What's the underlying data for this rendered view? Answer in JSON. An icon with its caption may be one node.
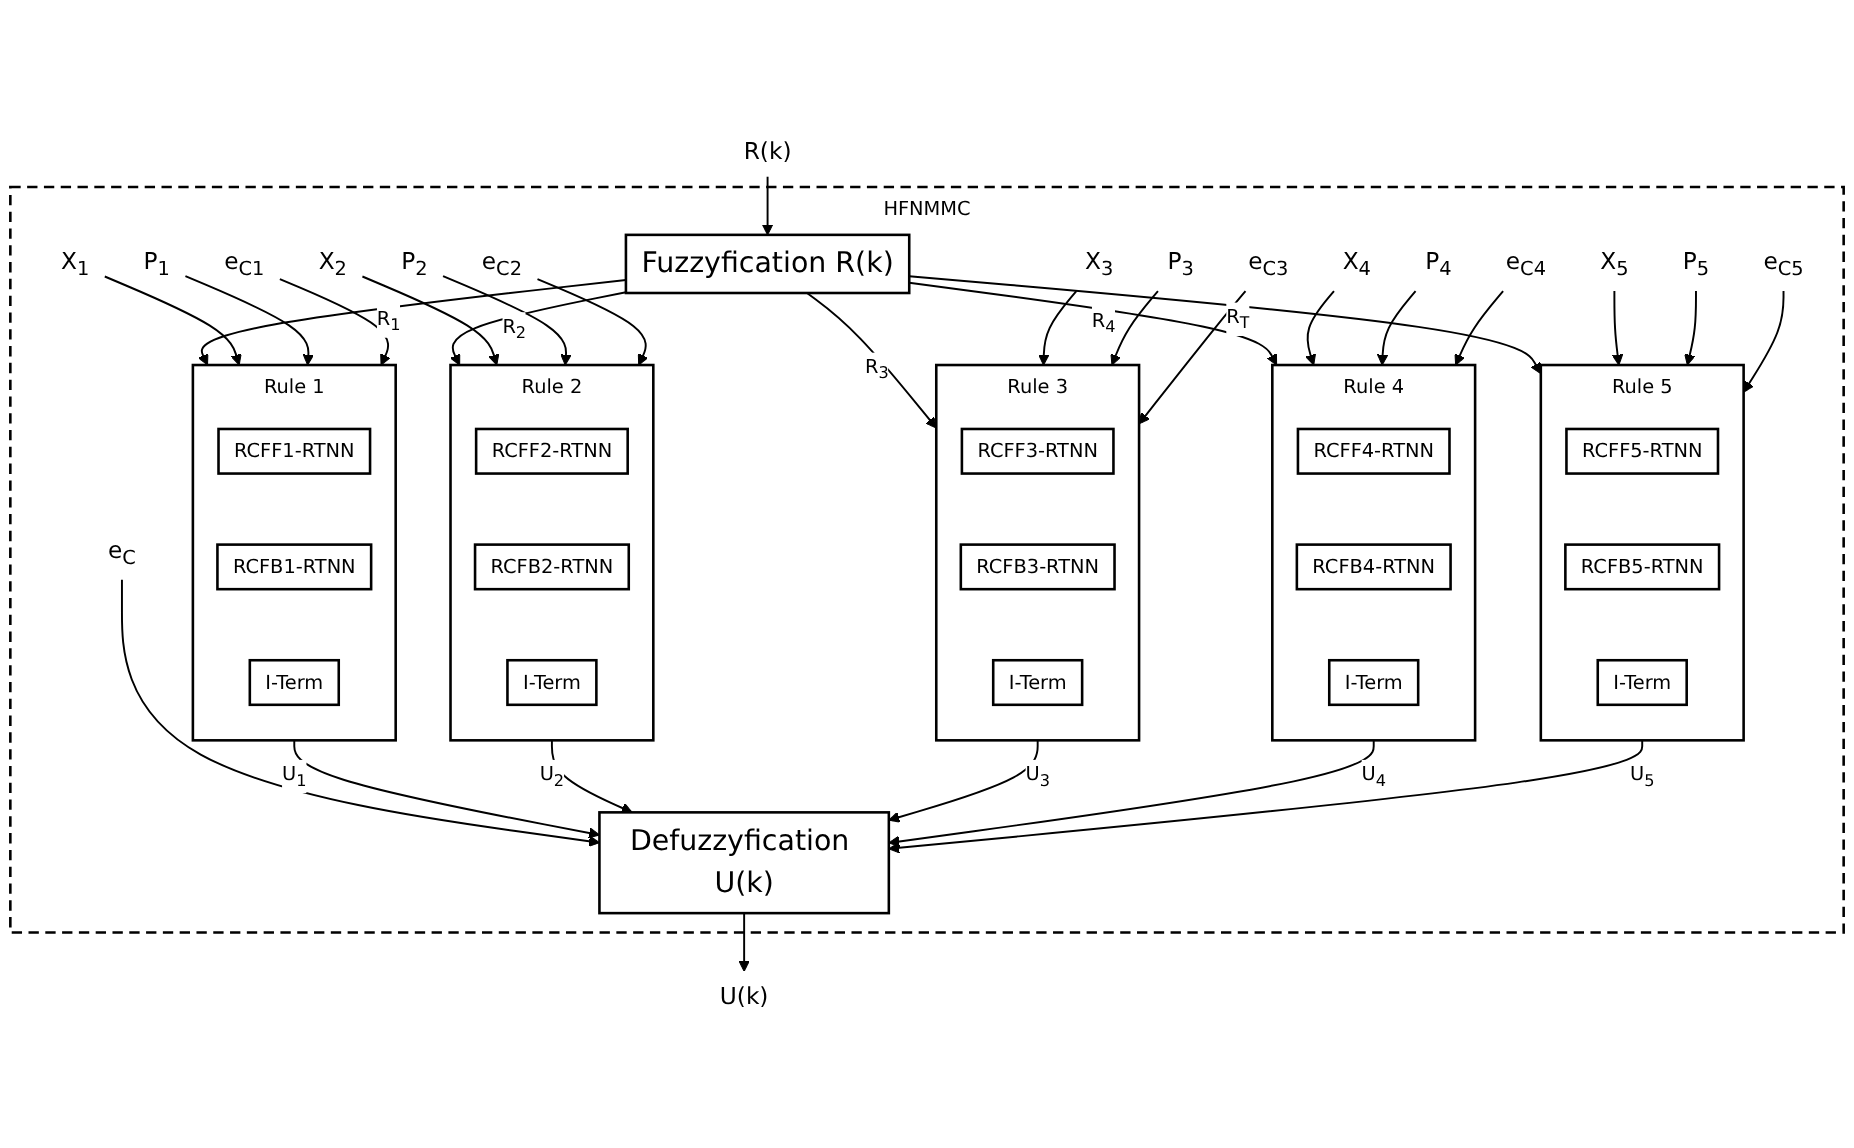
{
  "diagram": {
    "nodes": [
      {
        "text": [
          "R(k)"
        ]
      },
      {
        "text": [
          "HFNMMC"
        ]
      },
      {
        "text": [
          "Fuzzyfication R(k)"
        ],
        "in": 1
      },
      {
        "text": [
          "X$_{1}$"
        ],
        "in": 1
      },
      {
        "text": [
          "P$_{1}$"
        ],
        "in": 1
      },
      {
        "text": [
          "Rule 1"
        ],
        "in": 1
      },
      {
        "text": [
          "RCFF1-RTNN"
        ],
        "in": 5
      },
      {
        "text": [
          "RCFB1-RTNN"
        ],
        "in": 5
      },
      {
        "text": [
          "I-Term"
        ],
        "in": 5
      },
      {
        "text": [
          "e$_{C1}$"
        ],
        "in": 1
      },
      {
        "text": [
          "X$_{2}$"
        ],
        "in": 1
      },
      {
        "text": [
          "P$_{2}$"
        ],
        "in": 1
      },
      {
        "text": [
          "Rule 2"
        ],
        "in": 1
      },
      {
        "text": [
          "RCFF2-RTNN"
        ],
        "in": 12
      },
      {
        "text": [
          "RCFB2-RTNN"
        ],
        "in": 12
      },
      {
        "text": [
          "I-Term"
        ],
        "in": 12
      },
      {
        "text": [
          "e$_{C2}$"
        ],
        "in": 1
      },
      {
        "text": [
          "X$_{3}$"
        ],
        "in": 1
      },
      {
        "text": [
          "P$_{3}$"
        ],
        "in": 1
      },
      {
        "text": [
          "Rule 3"
        ],
        "in": 1
      },
      {
        "text": [
          "RCFF3-RTNN"
        ],
        "in": 19
      },
      {
        "text": [
          "RCFB3-RTNN"
        ],
        "in": 19
      },
      {
        "text": [
          "I-Term"
        ],
        "in": 19
      },
      {
        "text": [
          "e$_{C3}$"
        ],
        "in": 1
      },
      {
        "text": [
          "X$_{4}$"
        ],
        "in": 1
      },
      {
        "text": [
          "P$_{4}$"
        ],
        "in": 1
      },
      {
        "text": [
          "Rule 4"
        ],
        "in": 1
      },
      {
        "text": [
          "RCFF4-RTNN"
        ],
        "in": 26
      },
      {
        "text": [
          "RCFB4-RTNN"
        ],
        "in": 26
      },
      {
        "text": [
          "I-Term"
        ],
        "in": 26
      },
      {
        "text": [
          "e$_{C4}$"
        ],
        "in": 1
      },
      {
        "text": [
          "X$_{5}$"
        ],
        "in": 1
      },
      {
        "text": [
          "P$_{5}$"
        ],
        "in": 1
      },
      {
        "text": [
          "Rule 5"
        ],
        "in": 1
      },
      {
        "text": [
          "RCFF5-RTNN"
        ],
        "in": 33
      },
      {
        "text": [
          "RCFB5-RTNN"
        ],
        "in": 33
      },
      {
        "text": [
          "I-Term"
        ],
        "in": 33
      },
      {
        "text": [
          "e$_{C5}$"
        ],
        "in": 1
      },
      {
        "text": [
          "e$_{C}$"
        ],
        "in": 1
      },
      {
        "text": [
          "Defuzzyfication U(k)"
        ],
        "in": 1
      },
      {
        "text": [
          "U(k)"
        ]
      }
    ],
    "edges": [
      {
        "from": 0,
        "to": 2,
        "arrow": "to"
      },
      {
        "from": 2,
        "to": 5,
        "arrow": "to",
        "label": "R$_{1}$"
      },
      {
        "from": 3,
        "to": 5,
        "arrow": "to"
      },
      {
        "from": 4,
        "to": 5,
        "arrow": "to"
      },
      {
        "from": 9,
        "to": 5,
        "arrow": "to"
      },
      {
        "from": 5,
        "to": 39,
        "arrow": "to",
        "label": "U$_{1}$"
      },
      {
        "from": 2,
        "to": 12,
        "arrow": "to",
        "label": "R$_{2}$"
      },
      {
        "from": 10,
        "to": 12,
        "arrow": "to"
      },
      {
        "from": 11,
        "to": 12,
        "arrow": "to"
      },
      {
        "from": 16,
        "to": 12,
        "arrow": "to"
      },
      {
        "from": 12,
        "to": 39,
        "arrow": "to",
        "label": "U$_{2}$"
      },
      {
        "from": 2,
        "to": 19,
        "arrow": "to",
        "label": "R$_{3}$"
      },
      {
        "from": 17,
        "to": 19,
        "arrow": "to"
      },
      {
        "from": 18,
        "to": 19,
        "arrow": "to"
      },
      {
        "from": 23,
        "to": 19,
        "arrow": "to"
      },
      {
        "from": 19,
        "to": 39,
        "arrow": "to",
        "label": "U$_{3}$"
      },
      {
        "from": 2,
        "to": 26,
        "arrow": "to",
        "label": "R$_{4}$"
      },
      {
        "from": 24,
        "to": 26,
        "arrow": "to"
      },
      {
        "from": 25,
        "to": 26,
        "arrow": "to"
      },
      {
        "from": 30,
        "to": 26,
        "arrow": "to"
      },
      {
        "from": 26,
        "to": 39,
        "arrow": "to",
        "label": "U$_{4}$"
      },
      {
        "from": 2,
        "to": 33,
        "arrow": "to",
        "label": "R$_{T}$"
      },
      {
        "from": 31,
        "to": 33,
        "arrow": "to"
      },
      {
        "from": 32,
        "to": 33,
        "arrow": "to"
      },
      {
        "from": 37,
        "to": 33,
        "arrow": "to"
      },
      {
        "from": 33,
        "to": 39,
        "arrow": "to",
        "label": "U$_{5}$"
      },
      {
        "from": 38,
        "to": 39,
        "arrow": "to"
      },
      {
        "from": 39,
        "to": 40,
        "arrow": "to"
      }
    ]
  }
}
